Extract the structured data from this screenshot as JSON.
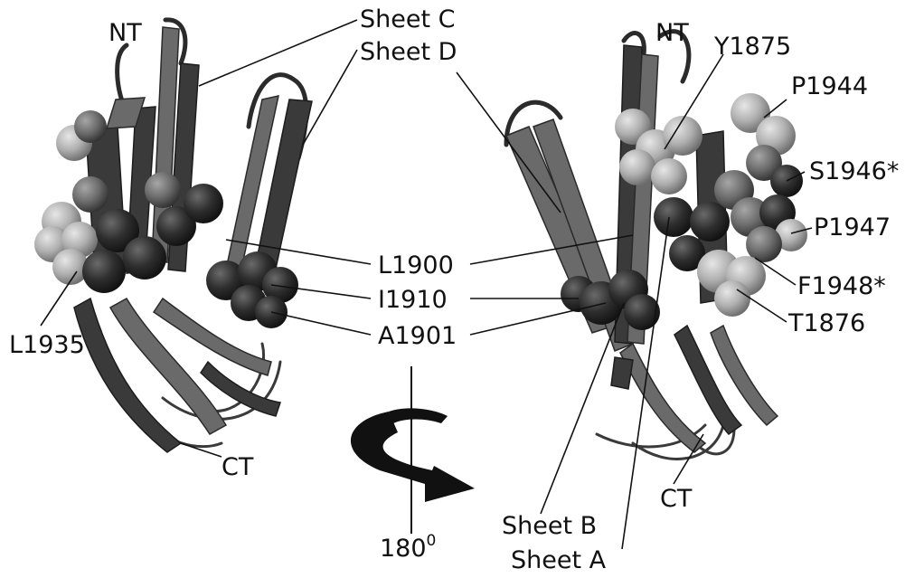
{
  "labels": {
    "nt_left": "NT",
    "nt_right": "NT",
    "sheet_c": "Sheet C",
    "sheet_d": "Sheet D",
    "y1875": "Y1875",
    "p1944": "P1944",
    "s1946": "S1946*",
    "p1947": "P1947",
    "l1900": "L1900",
    "i1910": "I1910",
    "a1901": "A1901",
    "f1948": "F1948*",
    "t1876": "T1876",
    "l1935": "L1935",
    "ct_left": "CT",
    "ct_right": "CT",
    "sheet_b": "Sheet B",
    "sheet_a": "Sheet A",
    "rotation_value": "180",
    "rotation_unit": "0"
  },
  "colors": {
    "ribbon_dark": "#3a3a3a",
    "ribbon_mid": "#6a6a6a",
    "sphere_light": "#b4b4b4",
    "sphere_dark": "#2c2c2c",
    "arrow": "#111111"
  }
}
